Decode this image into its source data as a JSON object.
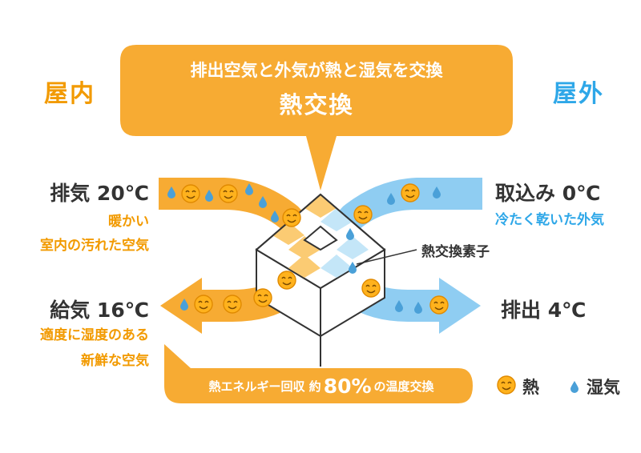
{
  "colors": {
    "orange": "#F7AB33",
    "orange_light": "#FBCB73",
    "orange_text": "#F29A00",
    "blue": "#8FCDF2",
    "blue_light": "#C4E6F8",
    "blue_text": "#2EA7E8",
    "dark": "#333333",
    "drop": "#4AA0D8",
    "face": "#FFB21D"
  },
  "indoor_title": "屋内",
  "outdoor_title": "屋外",
  "callout": {
    "line1": "排出空気と外気が熱と湿気を交換",
    "line2": "熱交換"
  },
  "exhaust": {
    "label": "排気 20℃",
    "desc1": "暖かい",
    "desc2": "室内の汚れた空気"
  },
  "intake": {
    "label": "取込み 0℃",
    "desc1": "冷たく乾いた外気"
  },
  "supply": {
    "label": "給気 16℃",
    "desc1": "適度に湿度のある",
    "desc2": "新鮮な空気"
  },
  "discharge": {
    "label": "排出 4℃"
  },
  "element_label": "熱交換素子",
  "bottom_pill": {
    "text1": "熱エネルギー回収 約",
    "percent": "80%",
    "text2": "の温度交換"
  },
  "legend": {
    "heat_icon": "smiley-face-icon",
    "heat": "熱",
    "moisture_icon": "water-drop-icon",
    "moisture": "湿気"
  }
}
